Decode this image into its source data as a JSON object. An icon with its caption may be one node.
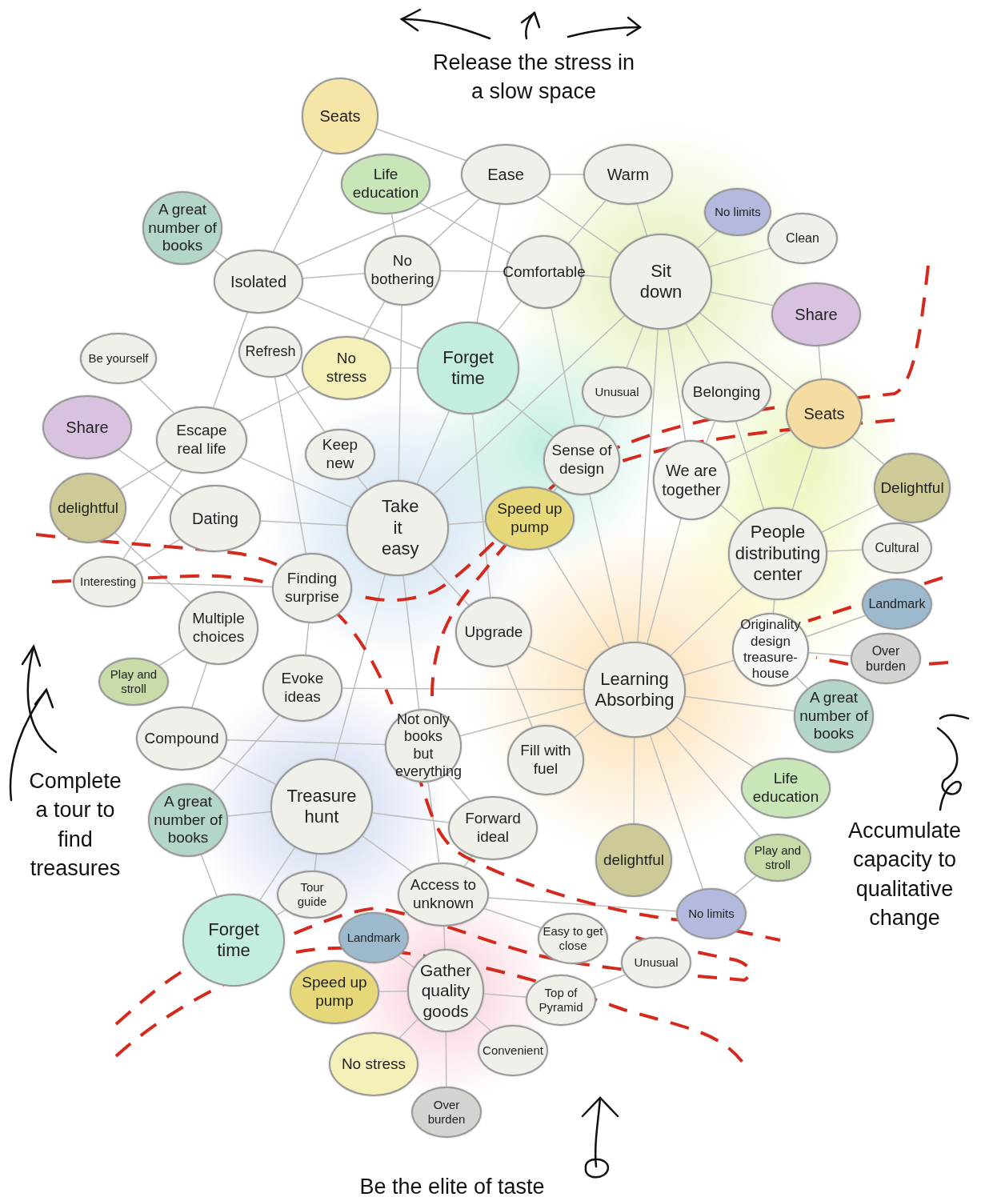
{
  "diagram": {
    "nodes": [
      {
        "text": [
          "Seats"
        ]
      },
      {
        "text": [
          "Life education"
        ]
      },
      {
        "text": [
          "Ease"
        ]
      },
      {
        "text": [
          "Warm"
        ]
      },
      {
        "text": [
          "A great number of books"
        ]
      },
      {
        "text": [
          "No limits"
        ]
      },
      {
        "text": [
          "Clean"
        ]
      },
      {
        "text": [
          "Isolated"
        ]
      },
      {
        "text": [
          "No bothering"
        ]
      },
      {
        "text": [
          "Comfortable"
        ]
      },
      {
        "text": [
          "Sit down"
        ]
      },
      {
        "text": [
          "Share"
        ]
      },
      {
        "text": [
          "Be yourself"
        ]
      },
      {
        "text": [
          "Refresh"
        ]
      },
      {
        "text": [
          "No stress"
        ]
      },
      {
        "text": [
          "Forget time"
        ]
      },
      {
        "text": [
          "Unusual"
        ]
      },
      {
        "text": [
          "Belonging"
        ]
      },
      {
        "text": [
          "Seats"
        ]
      },
      {
        "text": [
          "Share"
        ]
      },
      {
        "text": [
          "Escape real life"
        ]
      },
      {
        "text": [
          "Keep new"
        ]
      },
      {
        "text": [
          "Sense of design"
        ]
      },
      {
        "text": [
          "We are together"
        ]
      },
      {
        "text": [
          "Delightful"
        ]
      },
      {
        "text": [
          "delightful"
        ]
      },
      {
        "text": [
          "Dating"
        ]
      },
      {
        "text": [
          "Take it easy"
        ]
      },
      {
        "text": [
          "Speed up pump"
        ]
      },
      {
        "text": [
          "People distributing center"
        ]
      },
      {
        "text": [
          "Cultural"
        ]
      },
      {
        "text": [
          "Interesting"
        ]
      },
      {
        "text": [
          "Finding surprise"
        ]
      },
      {
        "text": [
          "Multiple choices"
        ]
      },
      {
        "text": [
          "Upgrade"
        ]
      },
      {
        "text": [
          "Landmark"
        ]
      },
      {
        "text": [
          "Learning Absorbing"
        ]
      },
      {
        "text": [
          "Originality design treasure-house"
        ]
      },
      {
        "text": [
          "Over burden"
        ]
      },
      {
        "text": [
          "Play and stroll"
        ]
      },
      {
        "text": [
          "Evoke ideas"
        ]
      },
      {
        "text": [
          "A great number of books"
        ]
      },
      {
        "text": [
          "Compound"
        ]
      },
      {
        "text": [
          "Not only books but everything"
        ]
      },
      {
        "text": [
          "Fill with fuel"
        ]
      },
      {
        "text": [
          "Life education"
        ]
      },
      {
        "text": [
          "Treasure hunt"
        ]
      },
      {
        "text": [
          "A great number of books"
        ]
      },
      {
        "text": [
          "Forward ideal"
        ]
      },
      {
        "text": [
          "delightful"
        ]
      },
      {
        "text": [
          "Play and stroll"
        ]
      },
      {
        "text": [
          "Tour guide"
        ]
      },
      {
        "text": [
          "Access to unknown"
        ]
      },
      {
        "text": [
          "No limits"
        ]
      },
      {
        "text": [
          "Forget time"
        ]
      },
      {
        "text": [
          "Landmark"
        ]
      },
      {
        "text": [
          "Easy to get close"
        ]
      },
      {
        "text": [
          "Unusual"
        ]
      },
      {
        "text": [
          "Gather quality goods"
        ]
      },
      {
        "text": [
          "Speed up pump"
        ]
      },
      {
        "text": [
          "Top of Pyramid"
        ]
      },
      {
        "text": [
          "Convenient"
        ]
      },
      {
        "text": [
          "No stress"
        ]
      },
      {
        "text": [
          "Over burden"
        ]
      }
    ],
    "edges": [
      {
        "from": 0,
        "to": 7,
        "arrow": "none"
      },
      {
        "from": 0,
        "to": 2,
        "arrow": "none"
      },
      {
        "from": 1,
        "to": 8,
        "arrow": "none"
      },
      {
        "from": 1,
        "to": 9,
        "arrow": "none"
      },
      {
        "from": 2,
        "to": 3,
        "arrow": "none"
      },
      {
        "from": 2,
        "to": 7,
        "arrow": "none"
      },
      {
        "from": 2,
        "to": 8,
        "arrow": "none"
      },
      {
        "from": 2,
        "to": 10,
        "arrow": "none"
      },
      {
        "from": 2,
        "to": 15,
        "arrow": "none"
      },
      {
        "from": 3,
        "to": 9,
        "arrow": "none"
      },
      {
        "from": 3,
        "to": 10,
        "arrow": "none"
      },
      {
        "from": 4,
        "to": 7,
        "arrow": "none"
      },
      {
        "from": 5,
        "to": 10,
        "arrow": "none"
      },
      {
        "from": 6,
        "to": 10,
        "arrow": "none"
      },
      {
        "from": 11,
        "to": 10,
        "arrow": "none"
      },
      {
        "from": 11,
        "to": 18,
        "arrow": "none"
      },
      {
        "from": 7,
        "to": 8,
        "arrow": "none"
      },
      {
        "from": 7,
        "to": 15,
        "arrow": "none"
      },
      {
        "from": 7,
        "to": 20,
        "arrow": "none"
      },
      {
        "from": 8,
        "to": 9,
        "arrow": "none"
      },
      {
        "from": 8,
        "to": 14,
        "arrow": "none"
      },
      {
        "from": 8,
        "to": 27,
        "arrow": "none"
      },
      {
        "from": 9,
        "to": 10,
        "arrow": "none"
      },
      {
        "from": 9,
        "to": 15,
        "arrow": "none"
      },
      {
        "from": 9,
        "to": 22,
        "arrow": "none"
      },
      {
        "from": 10,
        "to": 17,
        "arrow": "none"
      },
      {
        "from": 16,
        "to": 10,
        "arrow": "none"
      },
      {
        "from": 10,
        "to": 23,
        "arrow": "none"
      },
      {
        "from": 10,
        "to": 27,
        "arrow": "none"
      },
      {
        "from": 10,
        "to": 36,
        "arrow": "none"
      },
      {
        "from": 10,
        "to": 18,
        "arrow": "none"
      },
      {
        "from": 12,
        "to": 20,
        "arrow": "none"
      },
      {
        "from": 13,
        "to": 21,
        "arrow": "none"
      },
      {
        "from": 13,
        "to": 32,
        "arrow": "none"
      },
      {
        "from": 14,
        "to": 15,
        "arrow": "none"
      },
      {
        "from": 14,
        "to": 20,
        "arrow": "none"
      },
      {
        "from": 15,
        "to": 27,
        "arrow": "none"
      },
      {
        "from": 15,
        "to": 34,
        "arrow": "none"
      },
      {
        "from": 15,
        "to": 22,
        "arrow": "none"
      },
      {
        "from": 16,
        "to": 22,
        "arrow": "none"
      },
      {
        "from": 17,
        "to": 23,
        "arrow": "none"
      },
      {
        "from": 17,
        "to": 29,
        "arrow": "none"
      },
      {
        "from": 18,
        "to": 29,
        "arrow": "none"
      },
      {
        "from": 18,
        "to": 24,
        "arrow": "none"
      },
      {
        "from": 18,
        "to": 23,
        "arrow": "none"
      },
      {
        "from": 19,
        "to": 26,
        "arrow": "none"
      },
      {
        "from": 20,
        "to": 25,
        "arrow": "none"
      },
      {
        "from": 20,
        "to": 31,
        "arrow": "none"
      },
      {
        "from": 20,
        "to": 27,
        "arrow": "none"
      },
      {
        "from": 21,
        "to": 27,
        "arrow": "none"
      },
      {
        "from": 22,
        "to": 36,
        "arrow": "none"
      },
      {
        "from": 22,
        "to": 28,
        "arrow": "none"
      },
      {
        "from": 23,
        "to": 36,
        "arrow": "none"
      },
      {
        "from": 23,
        "to": 29,
        "arrow": "none"
      },
      {
        "from": 24,
        "to": 29,
        "arrow": "none"
      },
      {
        "from": 30,
        "to": 29,
        "arrow": "none"
      },
      {
        "from": 35,
        "to": 37,
        "arrow": "none"
      },
      {
        "from": 38,
        "to": 37,
        "arrow": "none"
      },
      {
        "from": 25,
        "to": 33,
        "arrow": "none"
      },
      {
        "from": 26,
        "to": 27,
        "arrow": "none"
      },
      {
        "from": 27,
        "to": 43,
        "arrow": "none"
      },
      {
        "from": 27,
        "to": 46,
        "arrow": "none"
      },
      {
        "from": 27,
        "to": 34,
        "arrow": "none"
      },
      {
        "from": 27,
        "to": 28,
        "arrow": "none"
      },
      {
        "from": 28,
        "to": 36,
        "arrow": "none"
      },
      {
        "from": 29,
        "to": 36,
        "arrow": "none"
      },
      {
        "from": 29,
        "to": 37,
        "arrow": "none"
      },
      {
        "from": 37,
        "to": 41,
        "arrow": "none"
      },
      {
        "from": 31,
        "to": 32,
        "arrow": "none"
      },
      {
        "from": 31,
        "to": 26,
        "arrow": "none"
      },
      {
        "from": 32,
        "to": 40,
        "arrow": "none"
      },
      {
        "from": 33,
        "to": 42,
        "arrow": "none"
      },
      {
        "from": 33,
        "to": 39,
        "arrow": "none"
      },
      {
        "from": 34,
        "to": 36,
        "arrow": "none"
      },
      {
        "from": 34,
        "to": 44,
        "arrow": "none"
      },
      {
        "from": 36,
        "to": 37,
        "arrow": "none"
      },
      {
        "from": 36,
        "to": 41,
        "arrow": "none"
      },
      {
        "from": 36,
        "to": 45,
        "arrow": "none"
      },
      {
        "from": 36,
        "to": 49,
        "arrow": "none"
      },
      {
        "from": 36,
        "to": 50,
        "arrow": "none"
      },
      {
        "from": 36,
        "to": 53,
        "arrow": "none"
      },
      {
        "from": 36,
        "to": 44,
        "arrow": "none"
      },
      {
        "from": 36,
        "to": 43,
        "arrow": "none"
      },
      {
        "from": 36,
        "to": 40,
        "arrow": "none"
      },
      {
        "from": 42,
        "to": 46,
        "arrow": "none"
      },
      {
        "from": 42,
        "to": 43,
        "arrow": "none"
      },
      {
        "from": 46,
        "to": 47,
        "arrow": "none"
      },
      {
        "from": 46,
        "to": 51,
        "arrow": "none"
      },
      {
        "from": 46,
        "to": 52,
        "arrow": "none"
      },
      {
        "from": 46,
        "to": 54,
        "arrow": "none"
      },
      {
        "from": 46,
        "to": 48,
        "arrow": "none"
      },
      {
        "from": 47,
        "to": 54,
        "arrow": "none"
      },
      {
        "from": 47,
        "to": 40,
        "arrow": "none"
      },
      {
        "from": 52,
        "to": 58,
        "arrow": "none"
      },
      {
        "from": 52,
        "to": 48,
        "arrow": "none"
      },
      {
        "from": 52,
        "to": 53,
        "arrow": "none"
      },
      {
        "from": 54,
        "to": 51,
        "arrow": "none"
      },
      {
        "from": 55,
        "to": 58,
        "arrow": "none"
      },
      {
        "from": 59,
        "to": 58,
        "arrow": "none"
      },
      {
        "from": 60,
        "to": 58,
        "arrow": "none"
      },
      {
        "from": 61,
        "to": 58,
        "arrow": "none"
      },
      {
        "from": 62,
        "to": 58,
        "arrow": "none"
      },
      {
        "from": 63,
        "to": 58,
        "arrow": "none"
      },
      {
        "from": 56,
        "to": 52,
        "arrow": "none"
      },
      {
        "from": 57,
        "to": 60,
        "arrow": "none"
      },
      {
        "from": 53,
        "to": 50,
        "arrow": "none"
      },
      {
        "from": 43,
        "to": 52,
        "arrow": "none"
      },
      {
        "from": 43,
        "to": 48,
        "arrow": "none"
      }
    ],
    "labels": [
      "Release the stress in a slow space",
      "Complete a tour to find treasures",
      "Accumulate capacity to qualitative change",
      "Be the elite of taste"
    ]
  }
}
